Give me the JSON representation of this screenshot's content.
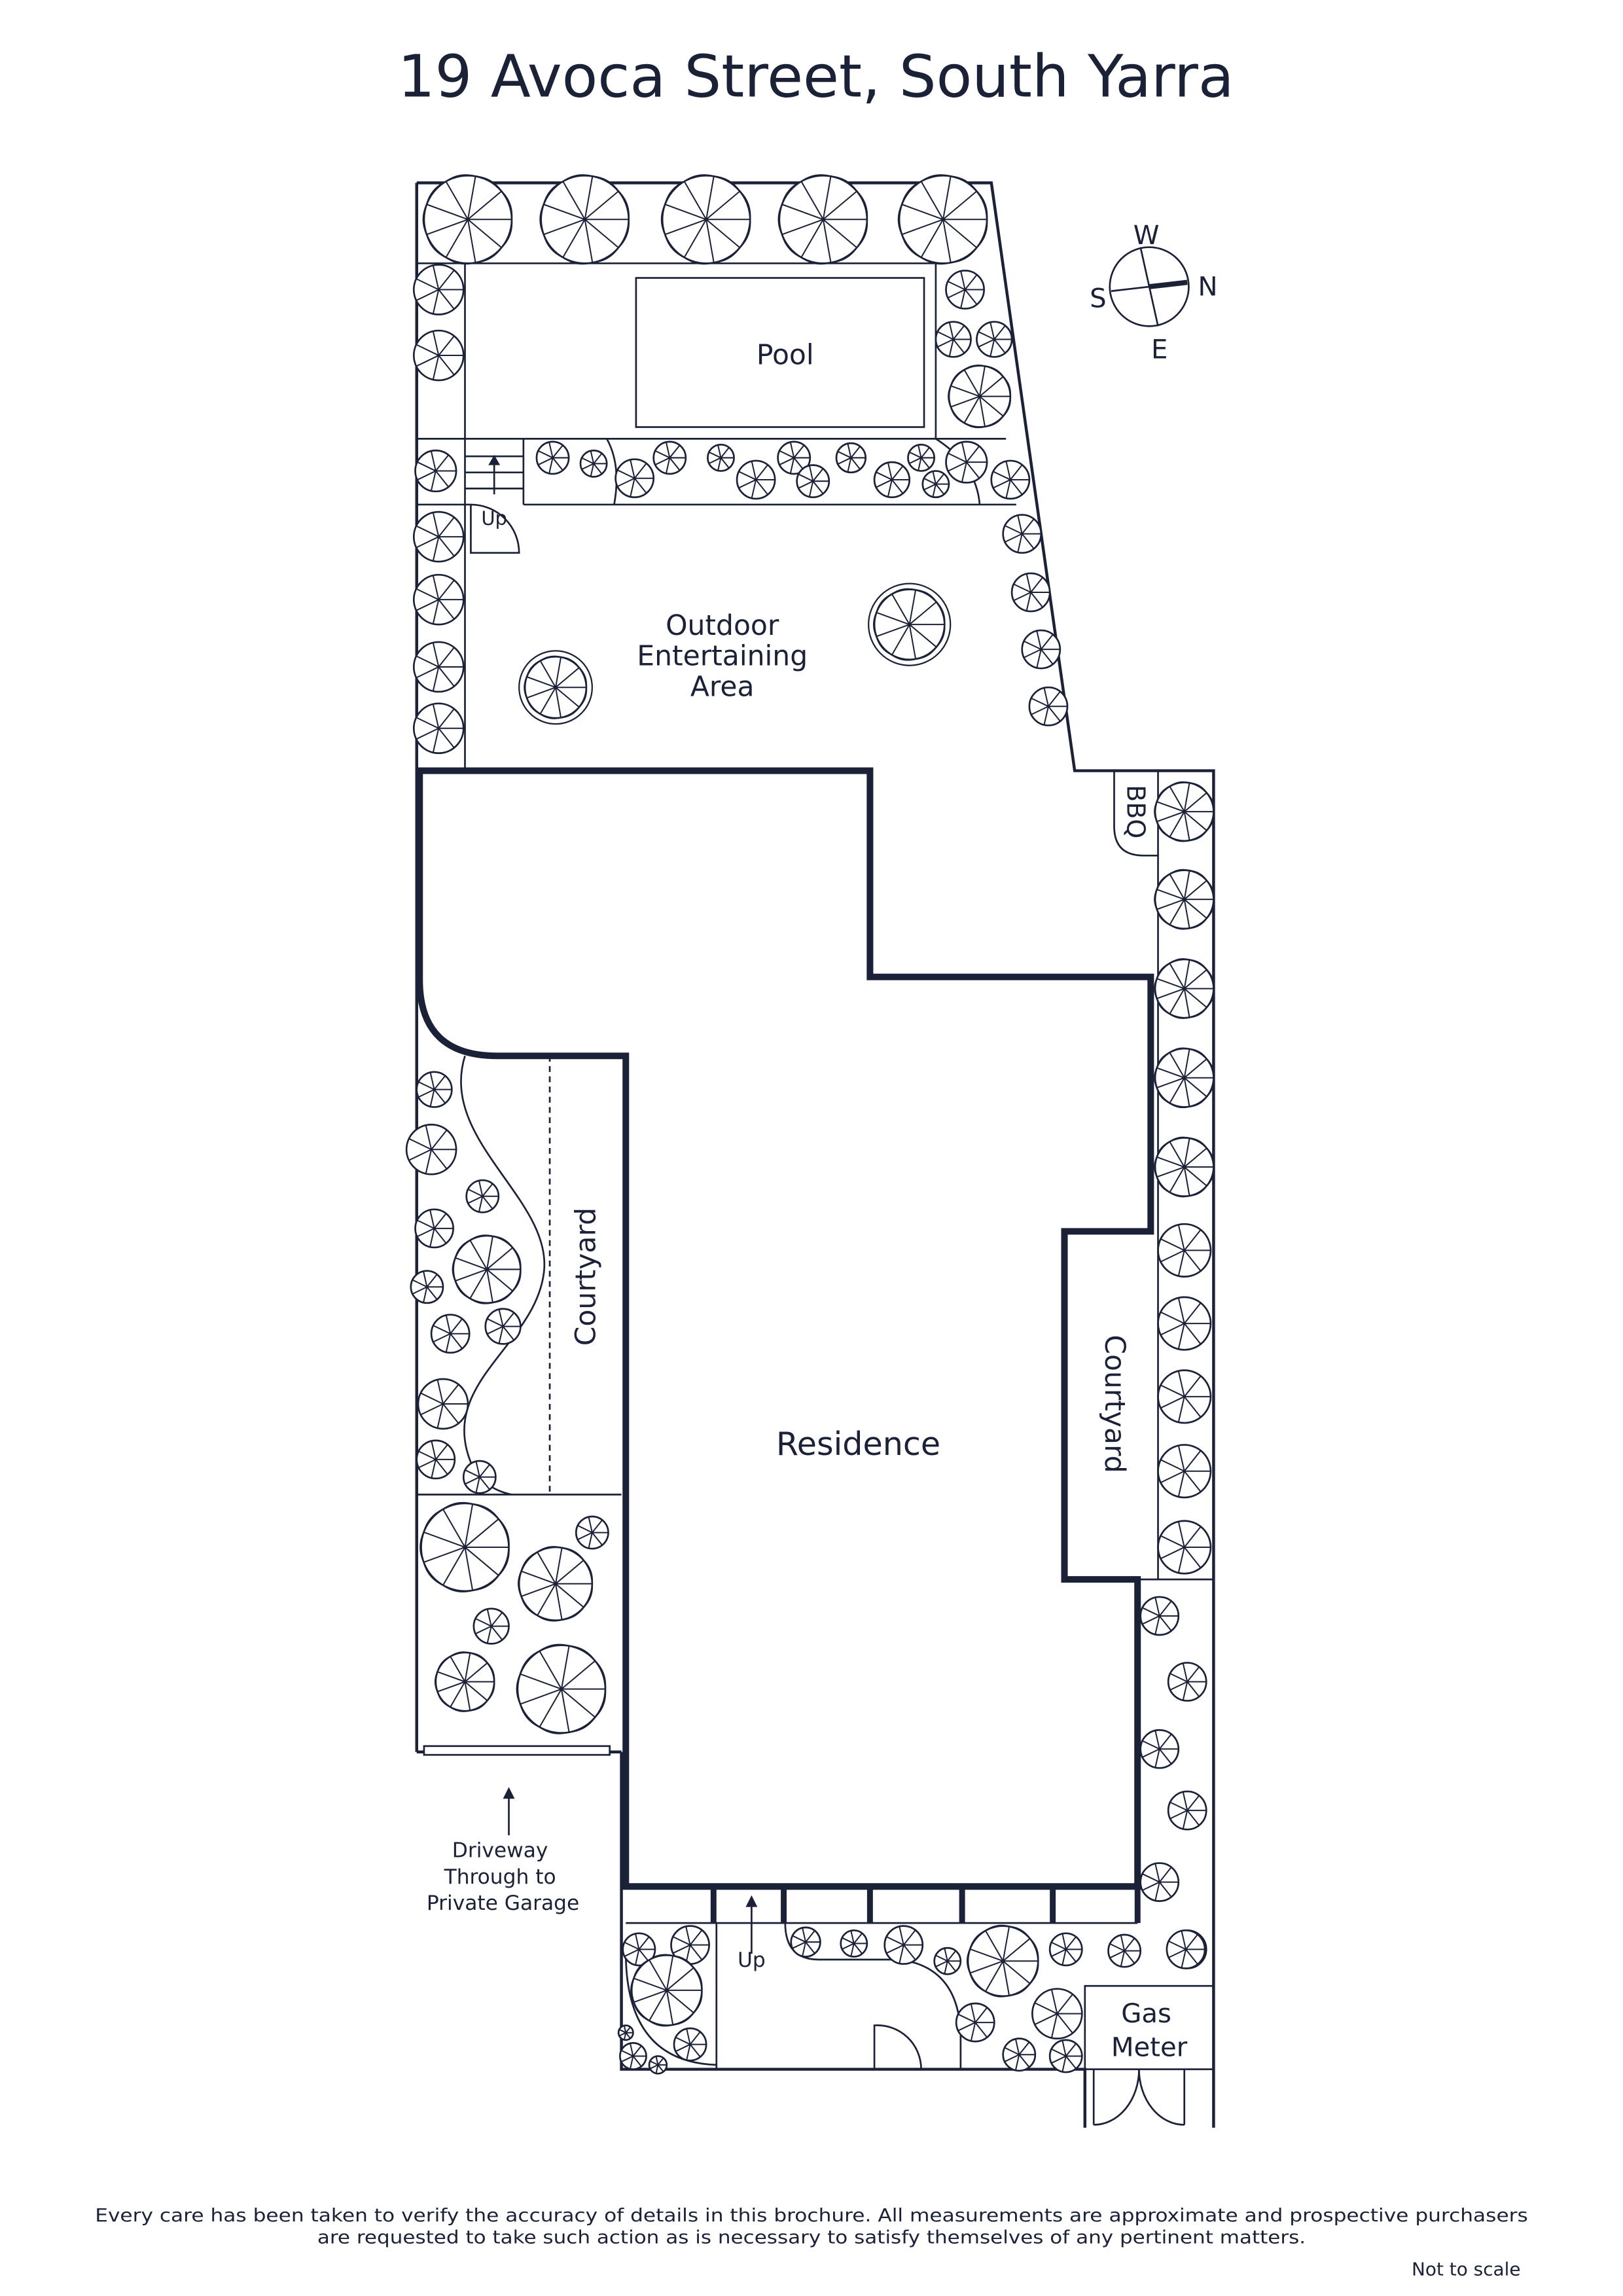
{
  "title": "19 Avoca Street, South Yarra",
  "compass": {
    "n": "N",
    "s": "S",
    "e": "E",
    "w": "W"
  },
  "labels": {
    "pool": "Pool",
    "outdoor": [
      "Outdoor",
      "Entertaining",
      "Area"
    ],
    "bbq": "BBQ",
    "courtyard_left": "Courtyard",
    "courtyard_right": "Courtyard",
    "residence": "Residence",
    "up_rear": "Up",
    "up_front": "Up",
    "driveway": [
      "Driveway",
      "Through to",
      "Private Garage"
    ],
    "gas_meter": [
      "Gas",
      "Meter"
    ]
  },
  "footer": {
    "disclaimer_line1": "Every care has been taken to verify the accuracy of details in this brochure.  All measurements are approximate and prospective purchasers",
    "disclaimer_line2": "are requested to take such action as is necessary to satisfy themselves of any pertinent matters.",
    "scale_note": "Not to scale"
  },
  "colors": {
    "ink": "#1b2238",
    "background": "#ffffff"
  }
}
